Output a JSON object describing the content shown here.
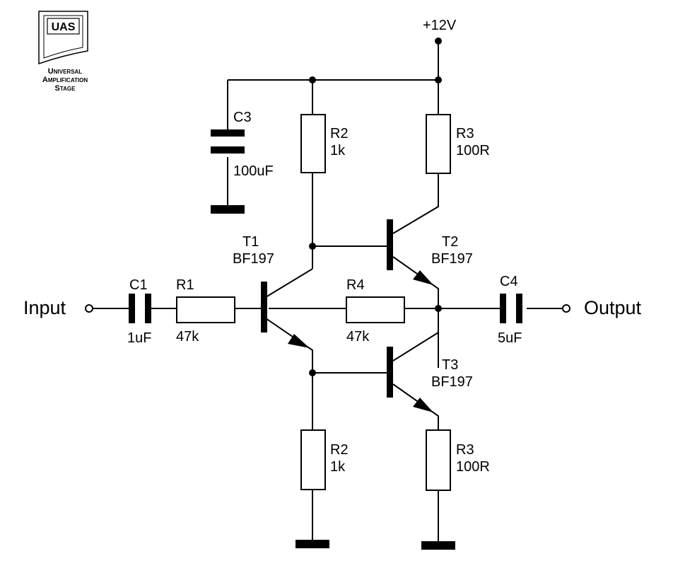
{
  "logo": {
    "badge": "UAS",
    "caption_line1": "Universal",
    "caption_line2": "Amplification",
    "caption_line3": "Stage"
  },
  "supply": {
    "label": "+12V"
  },
  "terminals": {
    "input": "Input",
    "output": "Output"
  },
  "components": {
    "c1": {
      "name": "C1",
      "value": "1uF"
    },
    "r1": {
      "name": "R1",
      "value": "47k"
    },
    "c3": {
      "name": "C3",
      "value": "100uF"
    },
    "r2_top": {
      "name": "R2",
      "value": "1k"
    },
    "r3_top": {
      "name": "R3",
      "value": "100R"
    },
    "t1": {
      "name": "T1",
      "value": "BF197"
    },
    "t2": {
      "name": "T2",
      "value": "BF197"
    },
    "r4": {
      "name": "R4",
      "value": "47k"
    },
    "c4": {
      "name": "C4",
      "value": "5uF"
    },
    "t3": {
      "name": "T3",
      "value": "BF197"
    },
    "r2_bot": {
      "name": "R2",
      "value": "1k"
    },
    "r3_bot": {
      "name": "R3",
      "value": "100R"
    }
  }
}
